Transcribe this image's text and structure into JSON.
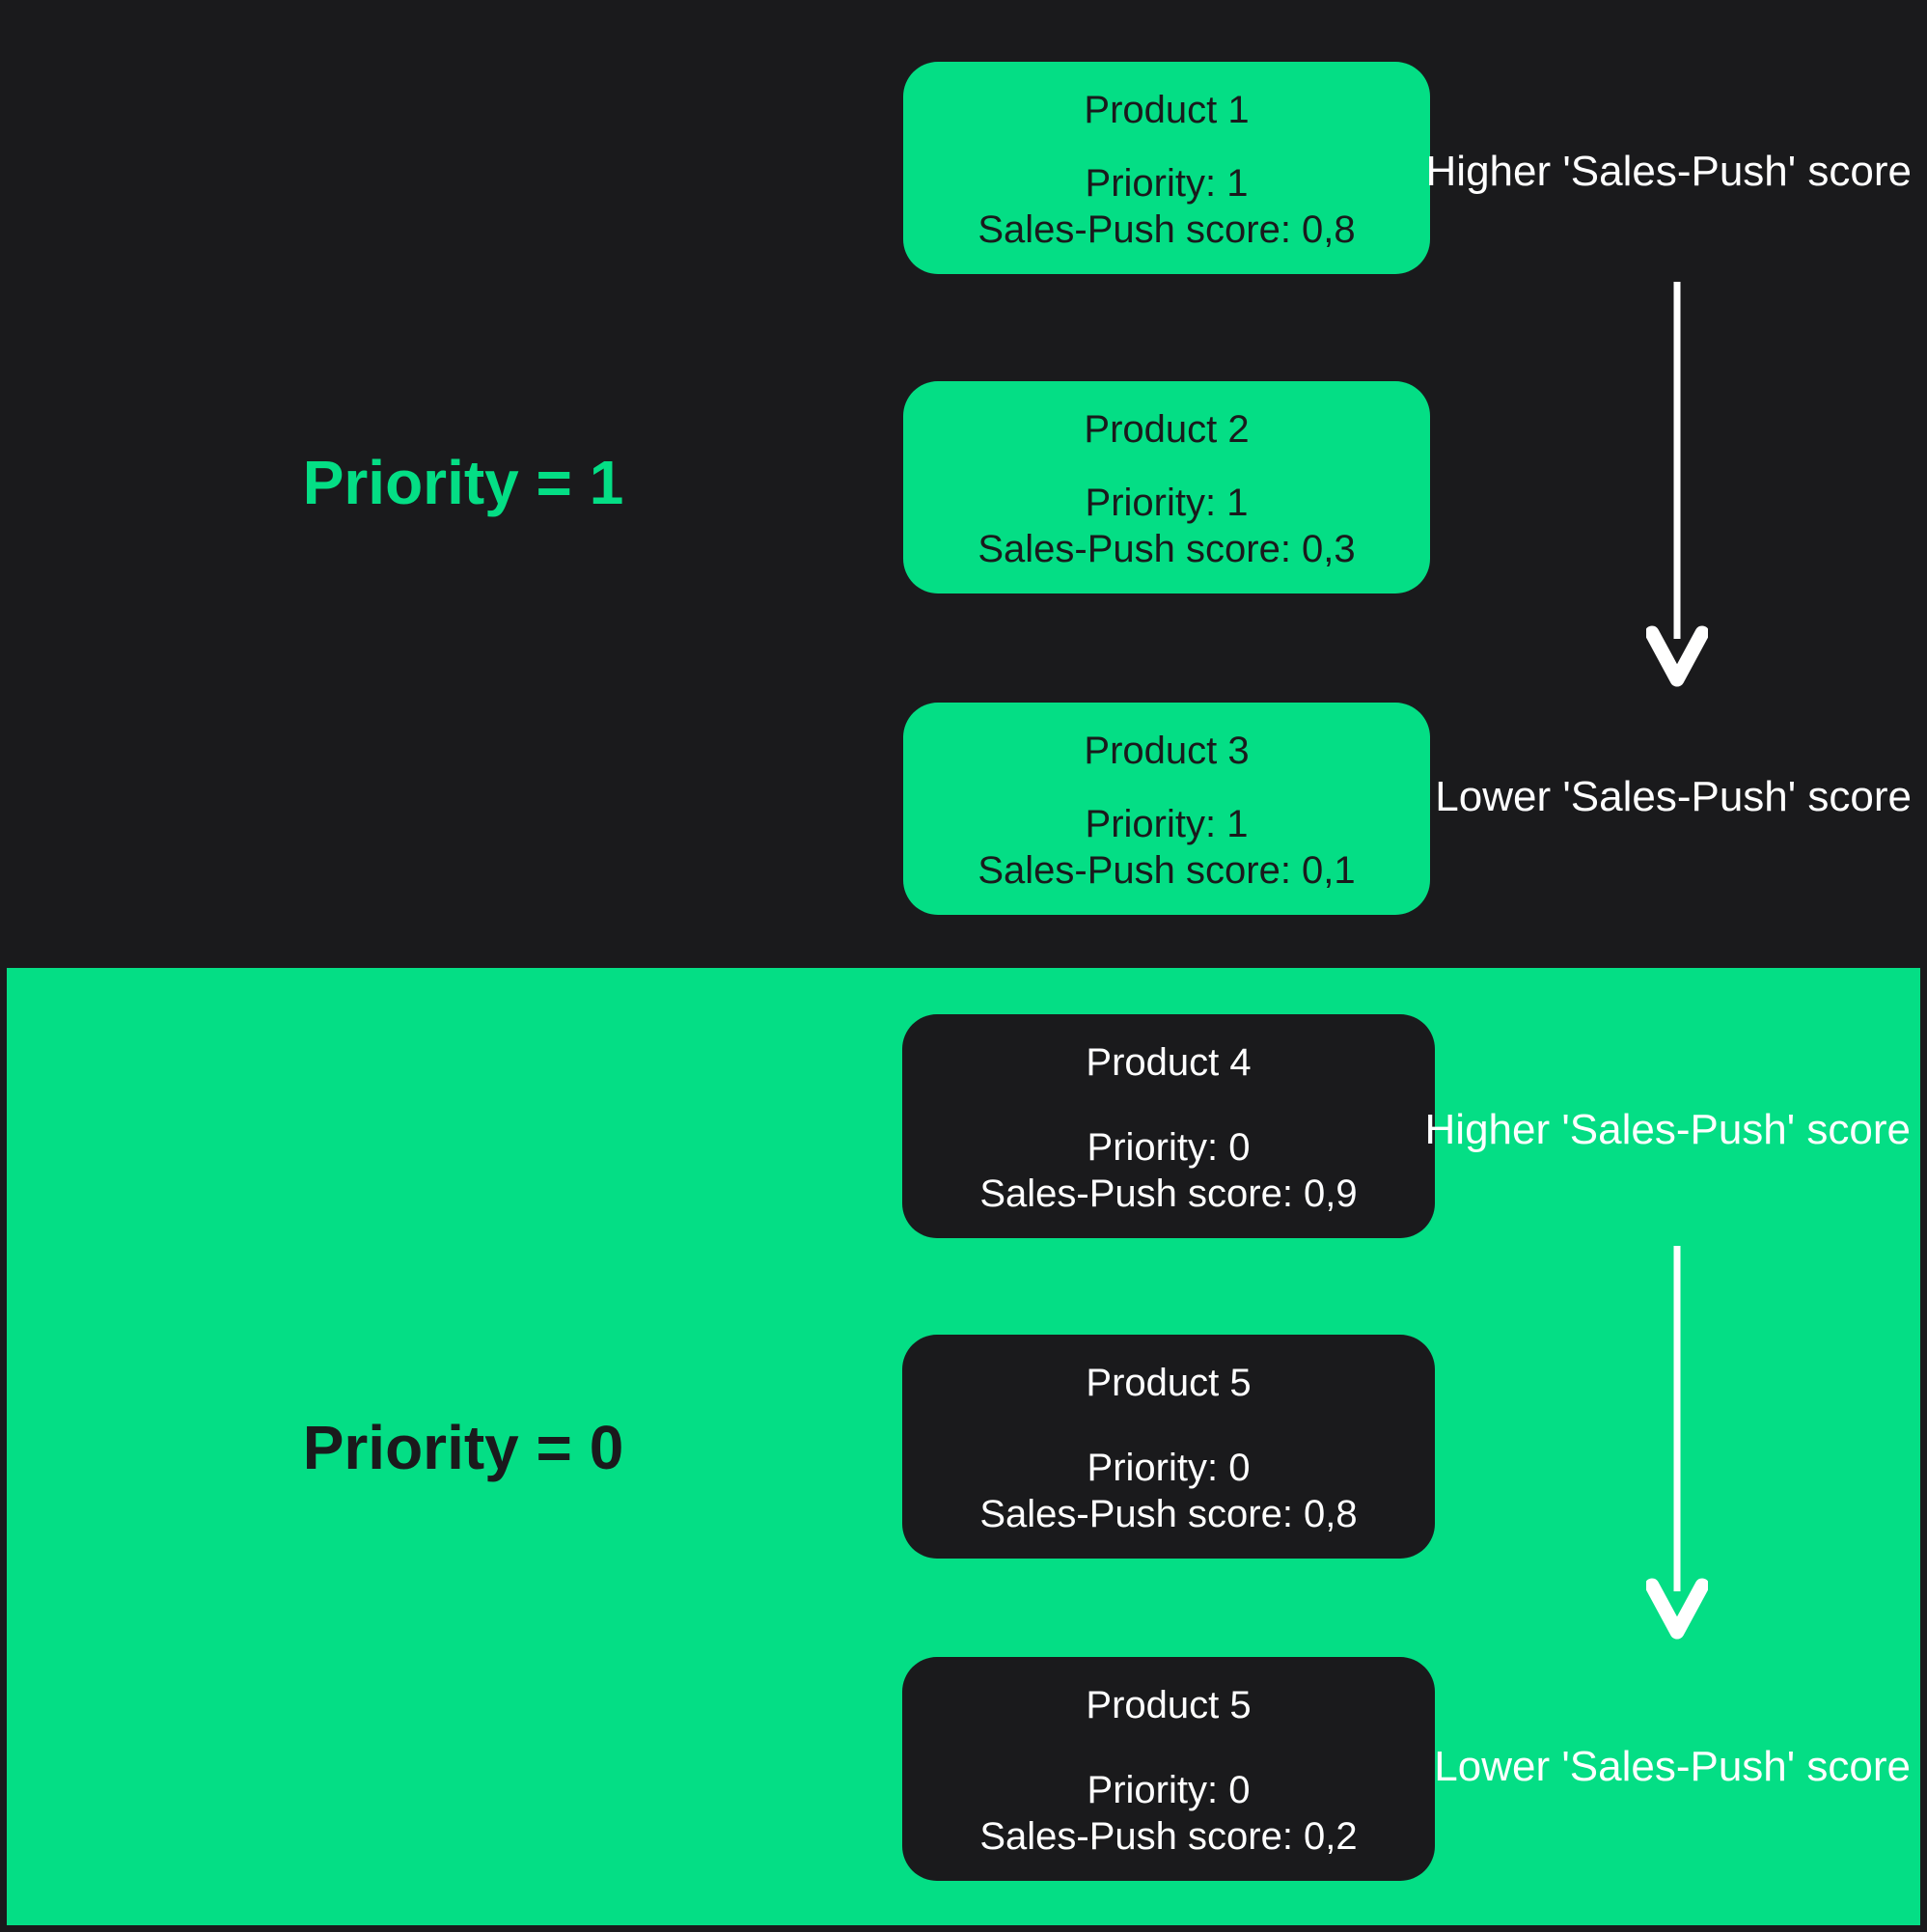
{
  "colors": {
    "background_dark": "#1a1a1c",
    "accent_green": "#04de85",
    "text_light": "#ffffff",
    "text_dark": "#1a1a1c",
    "arrow_white": "#ffffff"
  },
  "sections": [
    {
      "id": "priority-1",
      "label": "Priority = 1",
      "theme": "dark-background-green-cards",
      "cards": [
        {
          "title": "Product 1",
          "priority_line": "Priority: 1",
          "score_line": "Sales-Push score: 0,8"
        },
        {
          "title": "Product 2",
          "priority_line": "Priority: 1",
          "score_line": "Sales-Push score: 0,3"
        },
        {
          "title": "Product 3",
          "priority_line": "Priority: 1",
          "score_line": "Sales-Push score: 0,1"
        }
      ],
      "higher_label": "Higher 'Sales-Push' score",
      "lower_label": "Lower 'Sales-Push' score",
      "arrow_direction": "down"
    },
    {
      "id": "priority-0",
      "label": "Priority = 0",
      "theme": "green-background-dark-cards",
      "cards": [
        {
          "title": "Product 4",
          "priority_line": "Priority: 0",
          "score_line": "Sales-Push score: 0,9"
        },
        {
          "title": "Product 5",
          "priority_line": "Priority: 0",
          "score_line": "Sales-Push score: 0,8"
        },
        {
          "title": "Product 5",
          "priority_line": "Priority: 0",
          "score_line": "Sales-Push score: 0,2"
        }
      ],
      "higher_label": "Higher 'Sales-Push' score",
      "lower_label": "Lower 'Sales-Push' score",
      "arrow_direction": "down"
    }
  ]
}
